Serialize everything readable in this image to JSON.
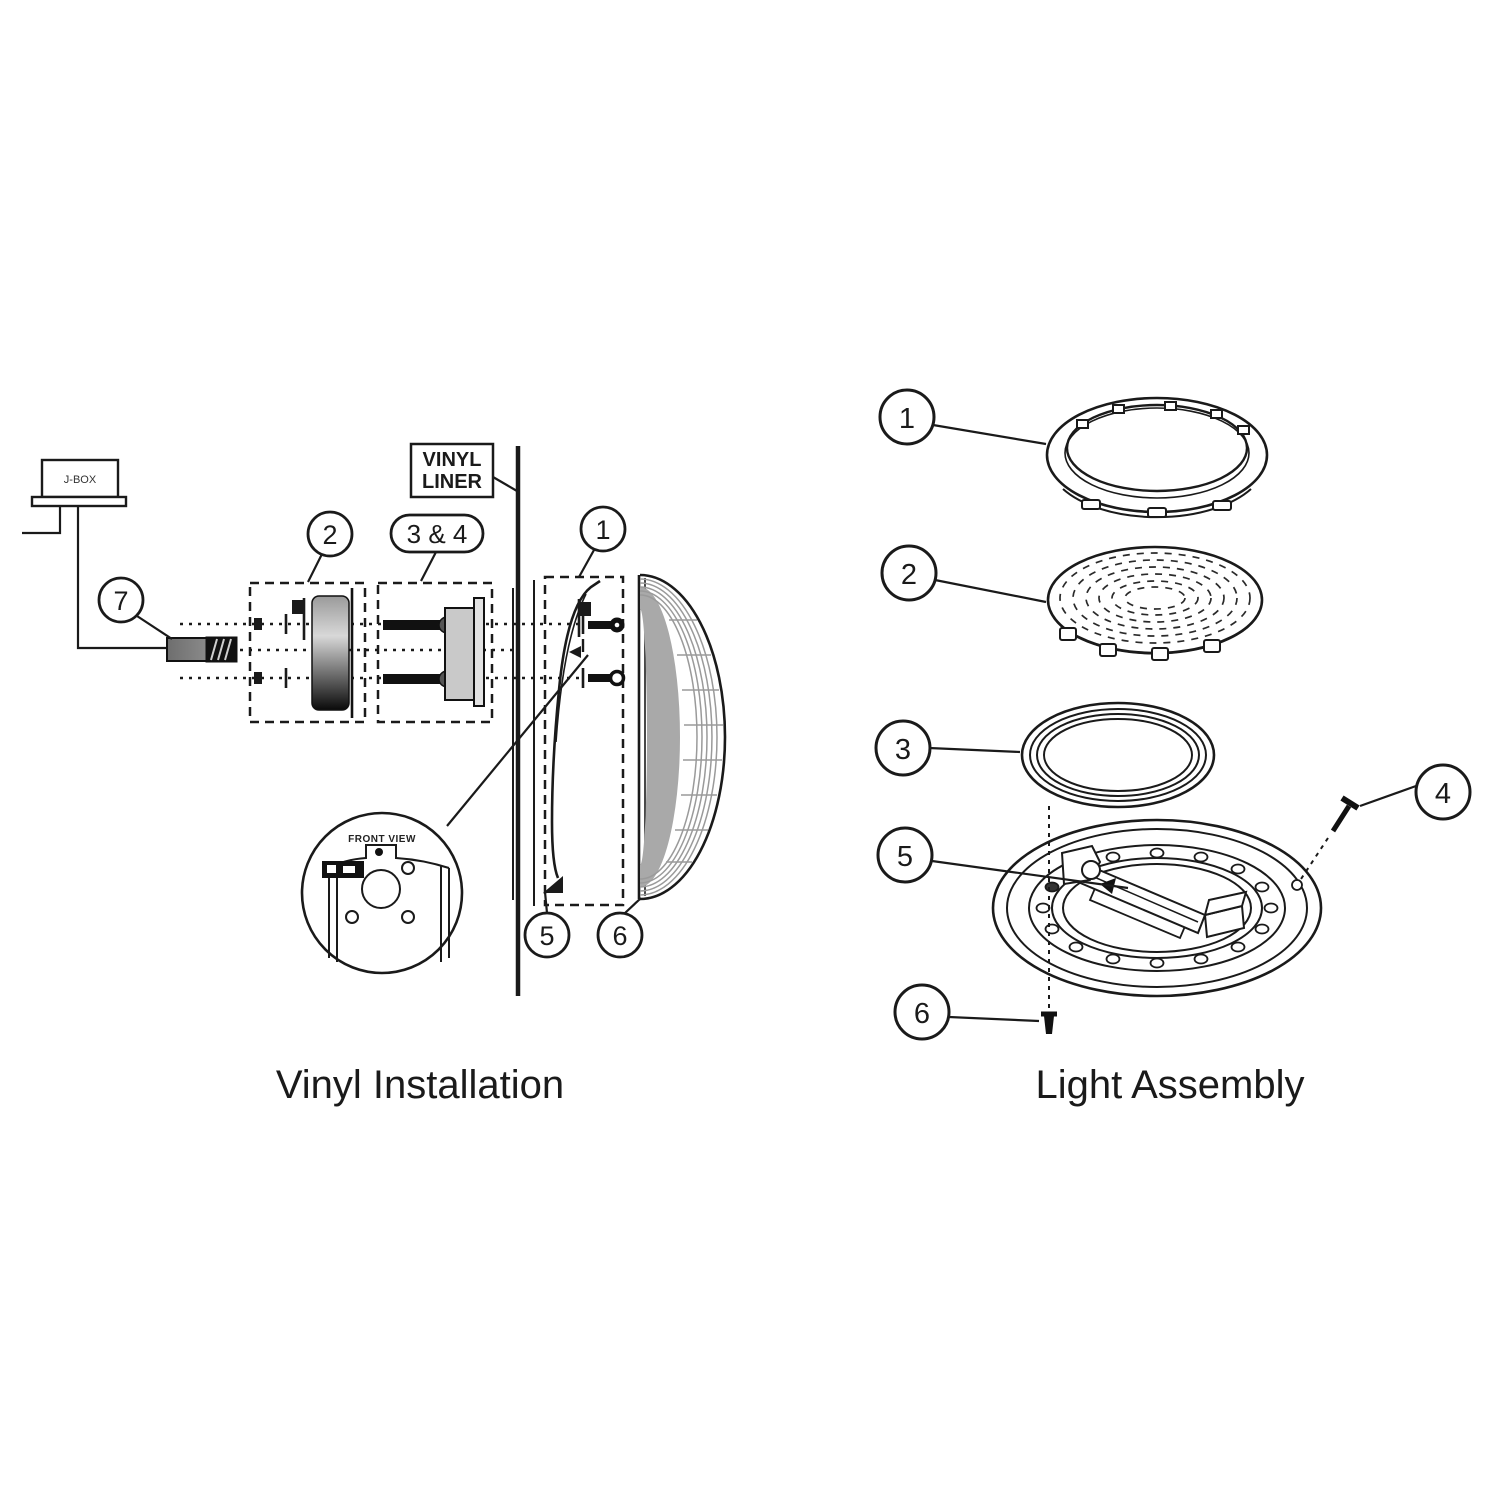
{
  "left": {
    "caption": "Vinyl Installation",
    "jbox_label": "J-BOX",
    "liner_line1": "VINYL",
    "liner_line2": "LINER",
    "front_view_label": "FRONT VIEW",
    "callout_1": "1",
    "callout_2": "2",
    "callout_3_4": "3 & 4",
    "callout_5": "5",
    "callout_6": "6",
    "callout_7": "7"
  },
  "right": {
    "caption": "Light Assembly",
    "callout_1": "1",
    "callout_2": "2",
    "callout_3": "3",
    "callout_4": "4",
    "callout_5": "5",
    "callout_6": "6"
  },
  "colors": {
    "ink": "#1a1a1a",
    "shell_gray": "#a9a9a9",
    "bracket_gray": "#c9c9c9",
    "niche_top": "#9a9a9a",
    "niche_mid": "#d8d8d8",
    "niche_bottom": "#0a0a0a"
  }
}
